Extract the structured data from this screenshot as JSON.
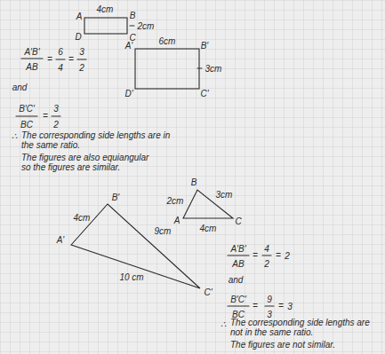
{
  "diagram": {
    "labels": [
      "A",
      "4cm",
      "B",
      "D",
      "C",
      "2cm",
      "A'B'",
      "AB",
      "=",
      "6",
      "4",
      "=",
      "3",
      "2",
      "A'",
      "6cm",
      "B'",
      "3cm",
      "D'",
      "C'",
      "and",
      "B'C'",
      "BC",
      "=",
      "3",
      "2",
      "∴",
      "The corresponding side lengths are in the same ratio.",
      "The figures are also equiangular so the figures are similar.",
      "B'",
      "4cm",
      "9cm",
      "A'",
      "10 cm",
      "C'",
      "B",
      "2cm",
      "3cm",
      "A",
      "4cm",
      "C",
      "A'B'",
      "AB",
      "=",
      "4",
      "2",
      "=",
      "2",
      "and",
      "B'C'",
      "BC",
      "=",
      "9",
      "3",
      "=",
      "3",
      "∴",
      "The corresponding side lengths are not in the same ratio.",
      "The figures are not similar."
    ]
  }
}
